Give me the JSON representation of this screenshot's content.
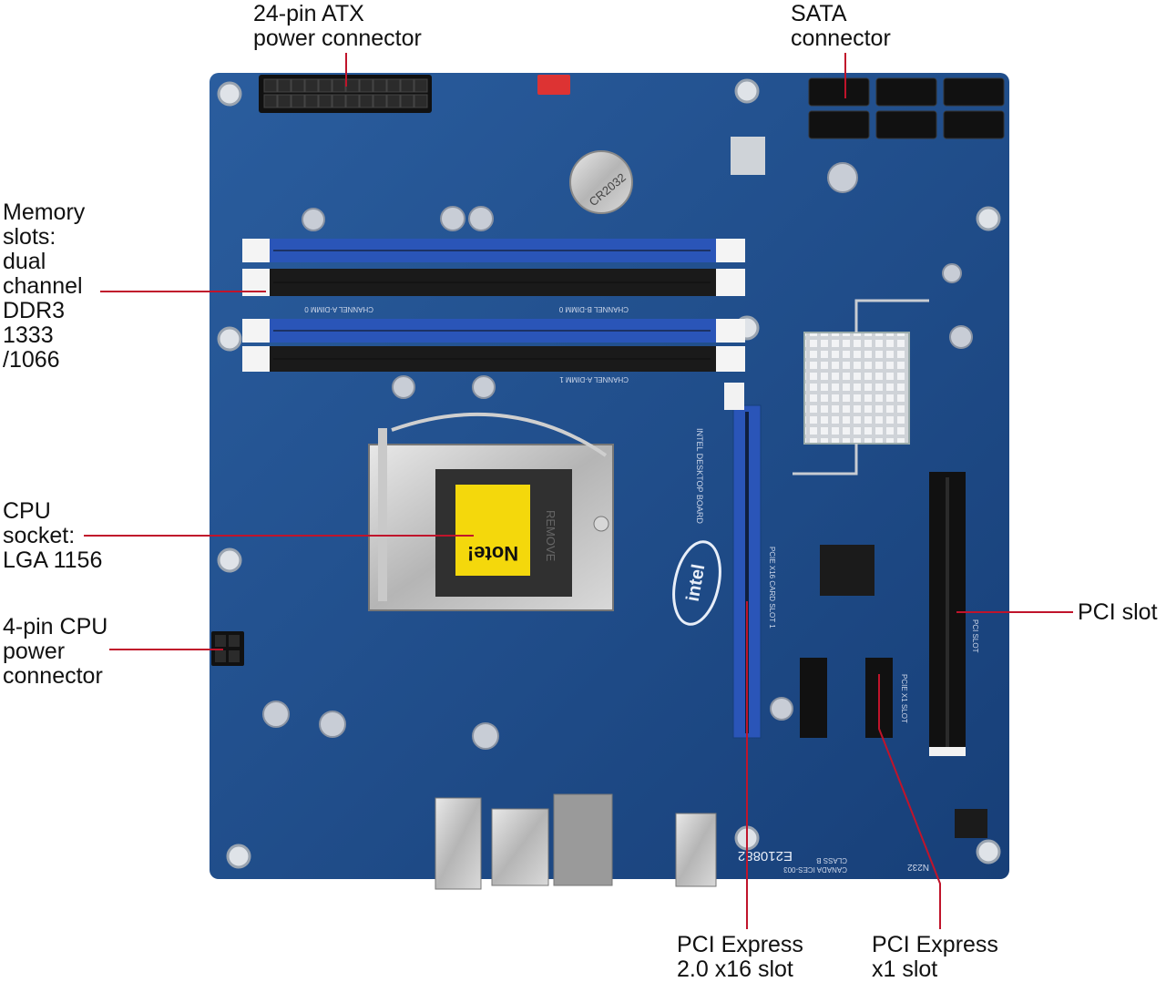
{
  "callouts": {
    "atx_power": "24-pin ATX\npower connector",
    "sata": "SATA\nconnector",
    "memory": "Memory\nslots:\ndual\nchannel\nDDR3\n1333\n/1066",
    "cpu_socket": "CPU\nsocket:\nLGA 1156",
    "cpu_power": "4-pin CPU\npower\nconnector",
    "pci": "PCI slot",
    "pcie_x16": "PCI Express\n2.0 x16 slot",
    "pcie_x1": "PCI Express\nx1 slot"
  },
  "board": {
    "brand": "intel",
    "board_label": "INTEL DESKTOP BOARD",
    "model_code": "E210882",
    "cert": "N232",
    "canada": "CANADA ICES-003",
    "class": "CLASS B",
    "dimm_labels": [
      "CHANNEL B-DIMM 0",
      "CHANNEL A-DIMM 0",
      "CHANNEL A-DIMM 1"
    ],
    "sticker_text": "Note!",
    "battery_text": "CR2032",
    "pci_label": "PCI SLOT",
    "pcie_x16_label": "PCIE X16 CARD SLOT 1",
    "pcie_x1_label": "PCIE X1 SLOT",
    "socket_label": "REMOVE"
  },
  "colors": {
    "pcb": "#1f4f8f",
    "pcb_dark": "#163d73",
    "leader": "#c0142b",
    "dimm_blue": "#2a55b8",
    "dimm_black": "#1a1a1a",
    "sticker": "#f4d80c"
  }
}
